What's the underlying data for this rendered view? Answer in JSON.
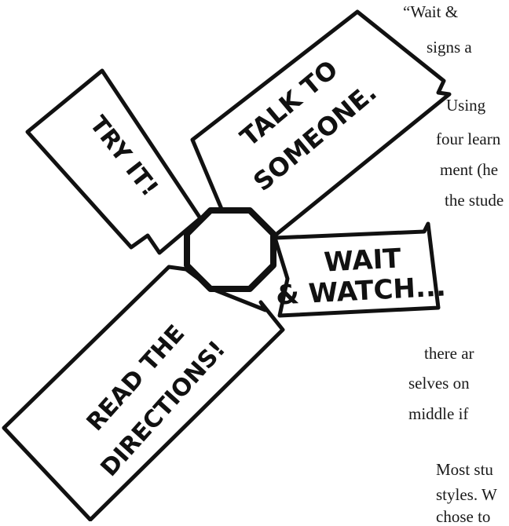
{
  "signpost": {
    "center_label": "",
    "signs": [
      {
        "lines": [
          "TRY IT!"
        ]
      },
      {
        "lines": [
          "TALK TO",
          "SOMEONE."
        ]
      },
      {
        "lines": [
          "WAIT",
          "& WATCH..."
        ]
      },
      {
        "lines": [
          "READ THE",
          "DIRECTIONS!"
        ]
      }
    ]
  },
  "body_text": {
    "lines": [
      "“Wait &",
      "signs a",
      "Using",
      "four learn",
      "ment (he",
      "the stude",
      "there ar",
      "selves on",
      "middle if",
      "Most stu",
      "styles. W",
      "chose to"
    ]
  }
}
